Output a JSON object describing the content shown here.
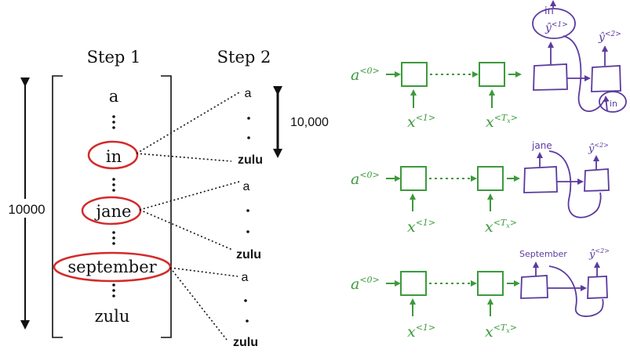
{
  "step1": {
    "title": "Step 1",
    "words": [
      "a",
      "in",
      "jane",
      "september",
      "zulu"
    ],
    "highlighted": [
      "in",
      "jane",
      "september"
    ],
    "vocab_size": "10000"
  },
  "step2": {
    "title": "Step 2",
    "size_label": "10,000",
    "groups": [
      {
        "top": "a",
        "bottom": "zulu"
      },
      {
        "top": "a",
        "bottom": "zulu"
      },
      {
        "top": "a",
        "bottom": "zulu"
      }
    ]
  },
  "rnn": {
    "initial_activation": "a<0>",
    "first_input": "x<1>",
    "last_input": "x<Tx>",
    "output1": "y<1>",
    "output2": "y<2>",
    "rows": [
      {
        "chosen_word": "in",
        "fed_back": "in"
      },
      {
        "chosen_word": "jane"
      },
      {
        "chosen_word": "September"
      }
    ]
  },
  "colors": {
    "green": "#3c9a3c",
    "purple": "#5b3a9e",
    "red": "#d42a2a",
    "ink": "#111111"
  }
}
